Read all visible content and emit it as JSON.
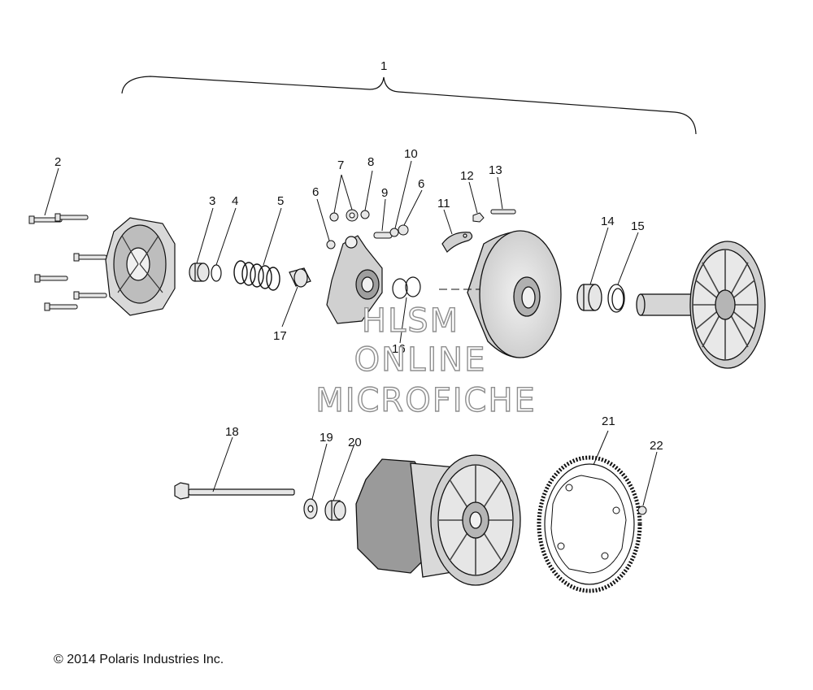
{
  "callouts": [
    "1",
    "2",
    "3",
    "4",
    "5",
    "6",
    "7",
    "8",
    "9",
    "10",
    "6",
    "11",
    "12",
    "13",
    "14",
    "15",
    "16",
    "17",
    "18",
    "19",
    "20",
    "21",
    "22"
  ],
  "watermark": [
    "HLSM",
    "ONLINE",
    "MICROFICHE"
  ],
  "copyright": "© 2014 Polaris Industries Inc.",
  "colors": {
    "ink": "#111111",
    "part_fill": "#e6e6e6",
    "dark_fill": "#3a3a3a",
    "watermark_outline": "#8f8f8f"
  }
}
